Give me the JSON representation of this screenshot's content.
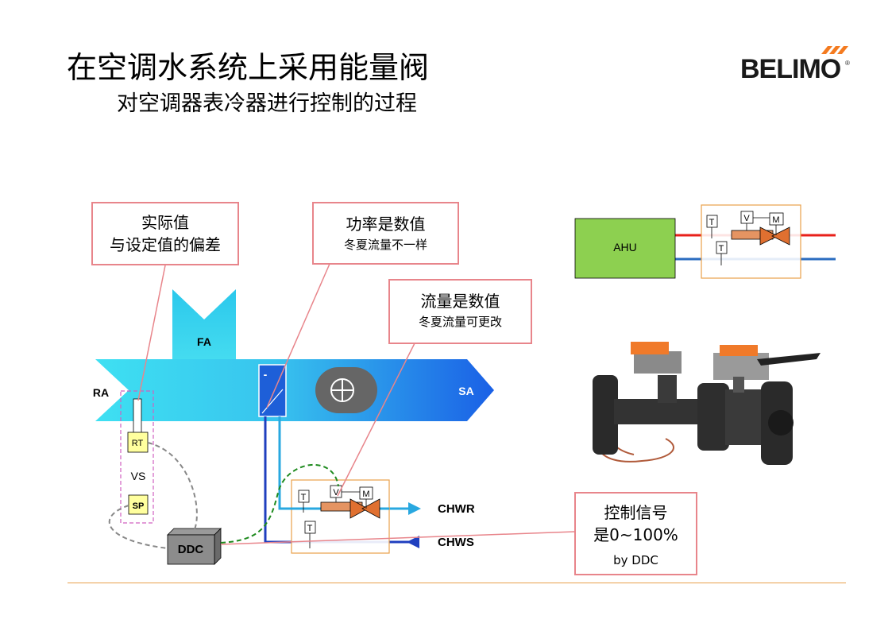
{
  "header": {
    "title": "在空调水系统上采用能量阀",
    "subtitle": "对空调器表冷器进行控制的过程",
    "brand": "BELIMO"
  },
  "callouts": {
    "deviation": {
      "line1": "实际值",
      "line2": "与设定值的偏差"
    },
    "power": {
      "title": "功率是数值",
      "note": "冬夏流量不一样"
    },
    "flow": {
      "title": "流量是数值",
      "note": "冬夏流量可更改"
    },
    "control": {
      "line1": "控制信号",
      "line2": "是0~100%",
      "note": "by DDC"
    }
  },
  "duct": {
    "fresh_air": "FA",
    "return_air": "RA",
    "supply_air": "SA",
    "coil_sign": "-"
  },
  "sensors": {
    "room_temp": "RT",
    "vs": "VS",
    "setpoint": "SP"
  },
  "controller": "DDC",
  "pipes": {
    "return": "CHWR",
    "supply": "CHWS"
  },
  "valve_assembly": {
    "temp": "T",
    "flow": "V",
    "motor": "M"
  },
  "ahu_schematic": {
    "ahu": "AHU"
  },
  "colors": {
    "duct_light": "#3ad6f0",
    "duct_dark": "#1a6ee8",
    "return_pipe": "#29a8e0",
    "supply_pipe": "#1f3fbf",
    "callout_border": "#e8858b",
    "box_border": "#e8a04a",
    "ahu_fill": "#8dd050",
    "hot_pipe": "#e8201a",
    "cold_pipe": "#2a6cc0"
  }
}
